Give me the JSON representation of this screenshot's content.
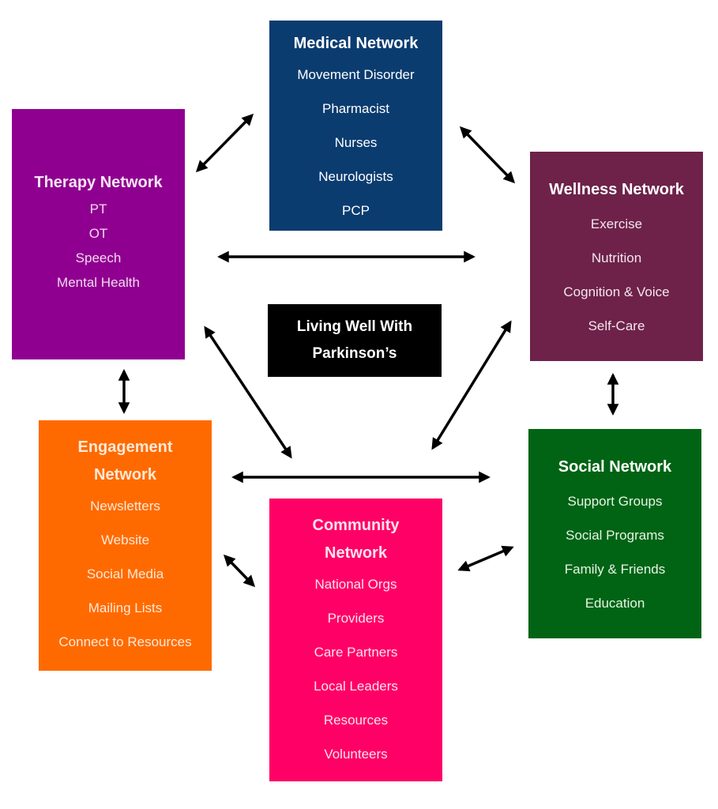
{
  "diagram": {
    "center": {
      "title_line1": "Living Well With",
      "title_line2": "Parkinson’s",
      "color": "#000000"
    },
    "networks": {
      "medical": {
        "title": "Medical Network",
        "color": "#0b3c70",
        "items": [
          "Movement Disorder",
          "Pharmacist",
          "Nurses",
          "Neurologists",
          "PCP"
        ]
      },
      "therapy": {
        "title": "Therapy Network",
        "color": "#900090",
        "items": [
          "PT",
          "OT",
          "Speech",
          "Mental Health"
        ]
      },
      "wellness": {
        "title": "Wellness Network",
        "color": "#6e2249",
        "items": [
          "Exercise",
          "Nutrition",
          "Cognition & Voice",
          "Self-Care"
        ]
      },
      "engagement": {
        "title_line1": "Engagement",
        "title_line2": "Network",
        "color": "#ff6a00",
        "items": [
          "Newsletters",
          "Website",
          "Social Media",
          "Mailing Lists",
          "Connect to Resources"
        ]
      },
      "community": {
        "title_line1": "Community",
        "title_line2": "Network",
        "color": "#ff0066",
        "items": [
          "National Orgs",
          "Providers",
          "Care Partners",
          "Local Leaders",
          "Resources",
          "Volunteers"
        ]
      },
      "social": {
        "title": "Social Network",
        "color": "#006414",
        "items": [
          "Support Groups",
          "Social Programs",
          "Family & Friends",
          "Education"
        ]
      }
    },
    "connections": [
      {
        "from": "therapy",
        "to": "medical",
        "type": "bidirectional"
      },
      {
        "from": "medical",
        "to": "wellness",
        "type": "bidirectional"
      },
      {
        "from": "therapy",
        "to": "wellness",
        "type": "bidirectional"
      },
      {
        "from": "therapy",
        "to": "engagement",
        "type": "bidirectional"
      },
      {
        "from": "wellness",
        "to": "social",
        "type": "bidirectional"
      },
      {
        "from": "therapy",
        "to": "community",
        "type": "bidirectional"
      },
      {
        "from": "wellness",
        "to": "community",
        "type": "bidirectional"
      },
      {
        "from": "engagement",
        "to": "social",
        "type": "bidirectional"
      },
      {
        "from": "engagement",
        "to": "community",
        "type": "bidirectional"
      },
      {
        "from": "social",
        "to": "community",
        "type": "bidirectional"
      }
    ]
  }
}
